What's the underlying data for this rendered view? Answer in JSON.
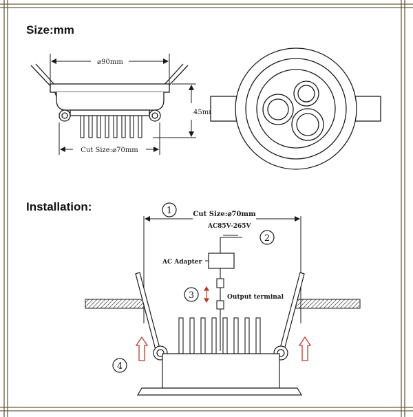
{
  "headings": {
    "size": "Size:mm",
    "installation": "Installation:"
  },
  "dimensions": {
    "outer_diameter": "⌀90mm",
    "height": "45mm",
    "cut_size": "Cut Size:⌀70mm"
  },
  "installation": {
    "cut_size": "Cut Size:⌀70mm",
    "voltage": "AC85V-265V",
    "adapter": "AC Adapter",
    "output_terminal": "Output terminal",
    "steps": [
      "1",
      "2",
      "3",
      "4"
    ]
  },
  "colors": {
    "line": "#1a1a1a",
    "frame": "#6b5a3e",
    "arrow": "#c0392b"
  }
}
